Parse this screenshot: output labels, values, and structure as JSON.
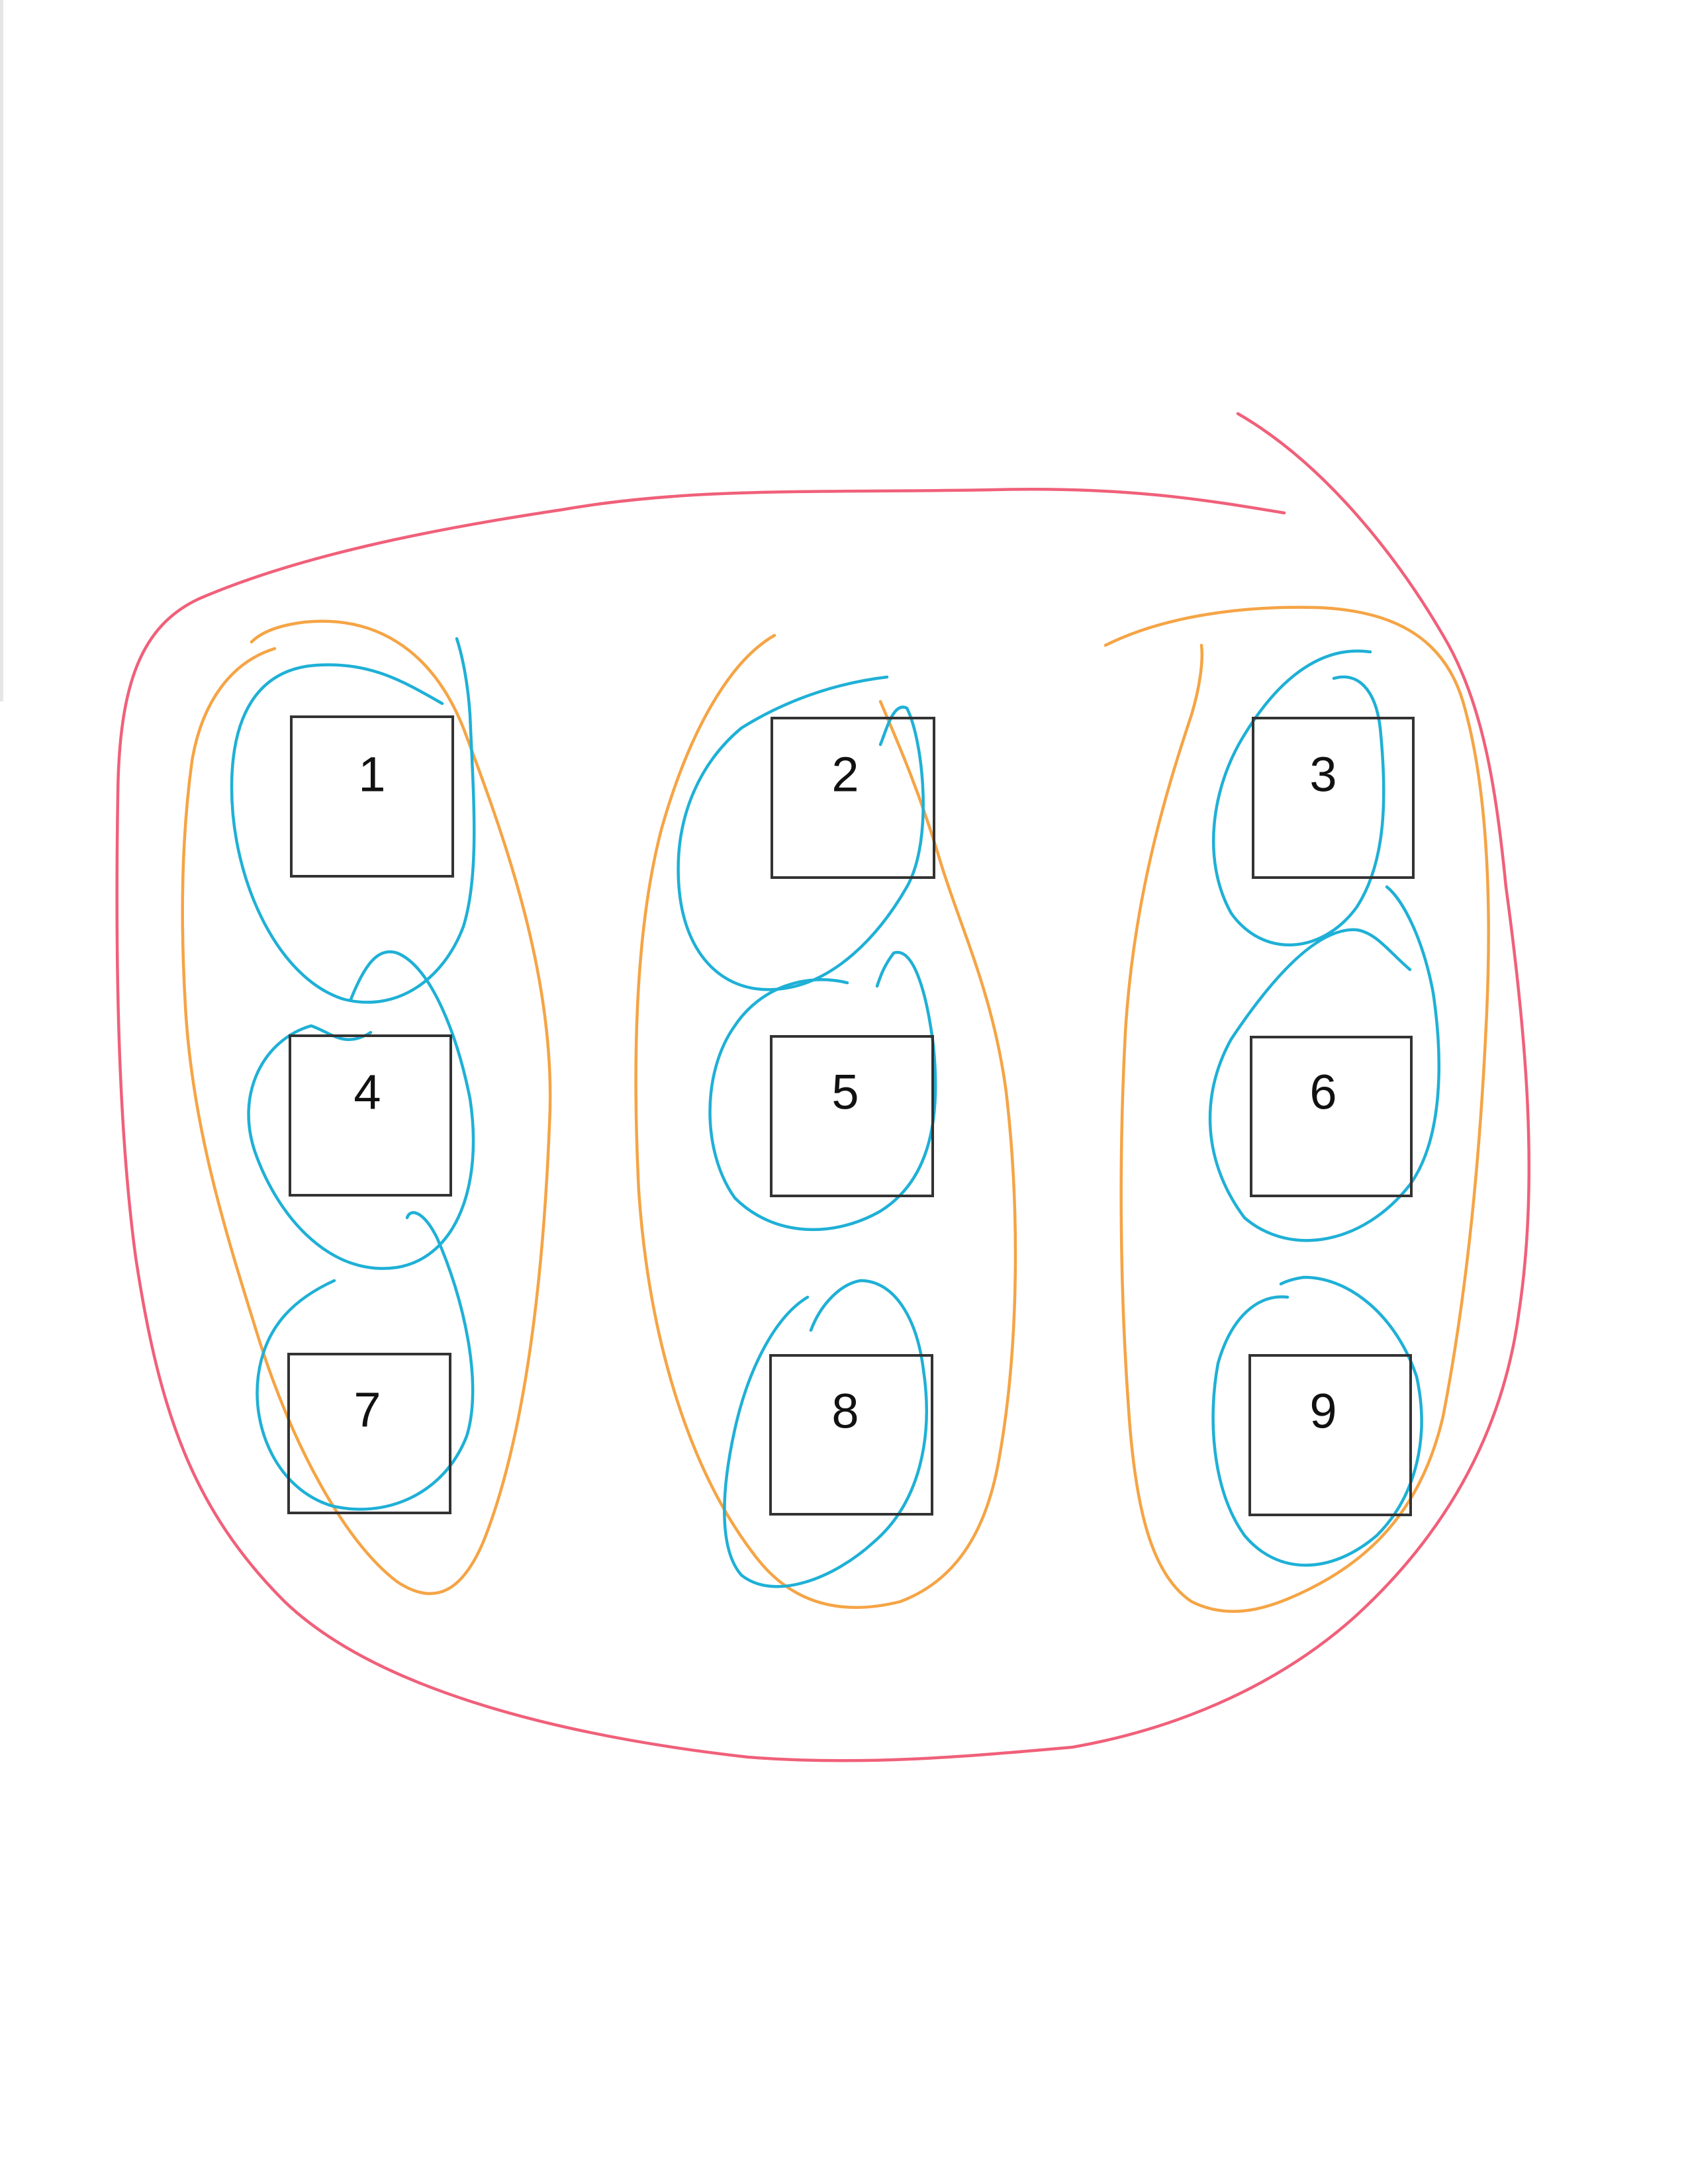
{
  "colors": {
    "paper": "#ffffff",
    "box_outline": "#333333",
    "label_text": "#111111",
    "outer_loop": "#f0607a",
    "column_loops": "#f5a445",
    "box_loops": "#1fb0d6"
  },
  "boxes": [
    {
      "id": 1,
      "label": "1"
    },
    {
      "id": 2,
      "label": "2"
    },
    {
      "id": 3,
      "label": "3"
    },
    {
      "id": 4,
      "label": "4"
    },
    {
      "id": 5,
      "label": "5"
    },
    {
      "id": 6,
      "label": "6"
    },
    {
      "id": 7,
      "label": "7"
    },
    {
      "id": 8,
      "label": "8"
    },
    {
      "id": 9,
      "label": "9"
    }
  ],
  "groupings": {
    "outer_loop": {
      "color_key": "outer_loop",
      "encloses": [
        1,
        2,
        3,
        4,
        5,
        6,
        7,
        8,
        9
      ]
    },
    "column_loops": [
      {
        "color_key": "column_loops",
        "encloses": [
          1,
          4,
          7
        ]
      },
      {
        "color_key": "column_loops",
        "encloses": [
          2,
          5,
          8
        ]
      },
      {
        "color_key": "column_loops",
        "encloses": [
          3,
          6,
          9
        ]
      }
    ],
    "box_loops": [
      {
        "color_key": "box_loops",
        "encloses": [
          1
        ]
      },
      {
        "color_key": "box_loops",
        "encloses": [
          2
        ]
      },
      {
        "color_key": "box_loops",
        "encloses": [
          3
        ]
      },
      {
        "color_key": "box_loops",
        "encloses": [
          4
        ]
      },
      {
        "color_key": "box_loops",
        "encloses": [
          5
        ]
      },
      {
        "color_key": "box_loops",
        "encloses": [
          6
        ]
      },
      {
        "color_key": "box_loops",
        "encloses": [
          7
        ]
      },
      {
        "color_key": "box_loops",
        "encloses": [
          8
        ]
      },
      {
        "color_key": "box_loops",
        "encloses": [
          9
        ]
      }
    ]
  }
}
